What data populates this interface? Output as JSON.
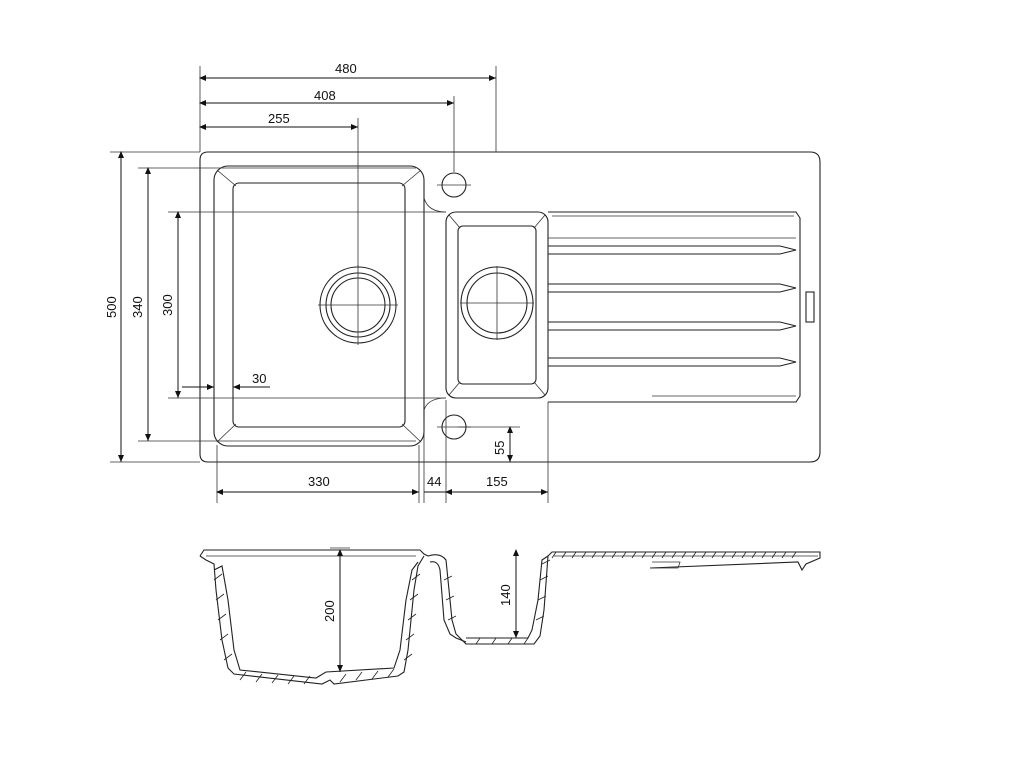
{
  "drawing": {
    "title": "",
    "dimensions": {
      "width_total": "480",
      "width_tap_hole": "408",
      "width_drain_main": "255",
      "height_total": "500",
      "height_bowl": "340",
      "height_drain": "300",
      "inner_offset": "30",
      "main_bowl_width": "330",
      "divider_width": "44",
      "small_bowl_width": "155",
      "small_offset": "55",
      "main_depth": "200",
      "small_depth": "140"
    }
  }
}
